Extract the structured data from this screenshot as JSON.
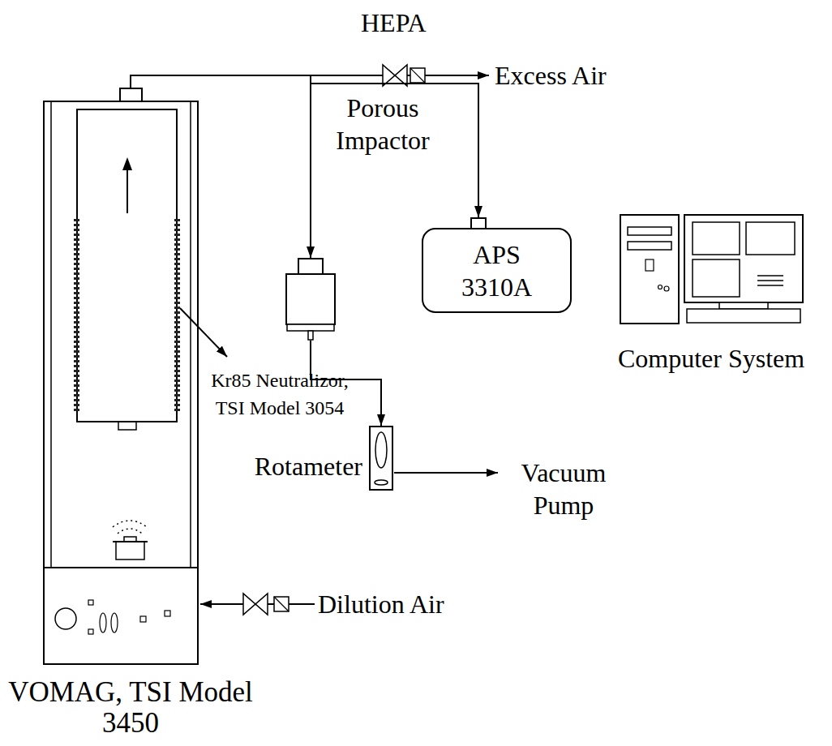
{
  "diagram": {
    "nodes": [
      {
        "text": [
          "VOMAG, TSI Model 3450"
        ]
      },
      {
        "text": [
          "Porous Impactor"
        ]
      },
      {
        "text": [
          "APS 3310A"
        ]
      },
      {
        "text": [
          "Computer System"
        ]
      },
      {
        "text": [
          "Rotameter"
        ]
      }
    ],
    "edges": [
      {
        "from": 0,
        "to": 1,
        "arrow": "to"
      },
      {
        "from": 0,
        "to": 2,
        "arrow": "to"
      },
      {
        "from": 1,
        "to": 4,
        "arrow": "to"
      }
    ],
    "labels": [
      "HEPA",
      "Excess Air",
      "Kr85 Neutralizor, TSI Model 3054",
      "Vacuum Pump",
      "Dilution Air"
    ]
  }
}
